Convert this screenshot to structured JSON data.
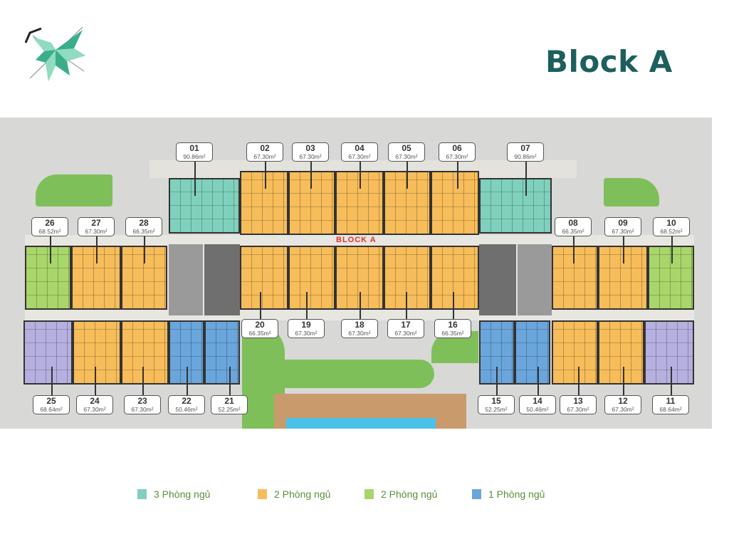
{
  "header": {
    "title": "Block A",
    "logo": "origami-star-logo"
  },
  "plan": {
    "block_label": "BLOCK A"
  },
  "colors": {
    "3br": "#7fd1bd",
    "2br_orange": "#f7bd5a",
    "2br_green": "#a9d66a",
    "1br": "#6aa6dc",
    "purple": "#b6b0e0"
  },
  "units": [
    {
      "no": "01",
      "area": "90.86m²",
      "type": "3br"
    },
    {
      "no": "02",
      "area": "67.30m²",
      "type": "2br_orange"
    },
    {
      "no": "03",
      "area": "67.30m²",
      "type": "2br_orange"
    },
    {
      "no": "04",
      "area": "67.30m²",
      "type": "2br_orange"
    },
    {
      "no": "05",
      "area": "67.30m²",
      "type": "2br_orange"
    },
    {
      "no": "06",
      "area": "67.30m²",
      "type": "2br_orange"
    },
    {
      "no": "07",
      "area": "90.86m²",
      "type": "3br"
    },
    {
      "no": "08",
      "area": "66.35m²",
      "type": "2br_orange"
    },
    {
      "no": "09",
      "area": "67.30m²",
      "type": "2br_orange"
    },
    {
      "no": "10",
      "area": "68.52m²",
      "type": "2br_green"
    },
    {
      "no": "11",
      "area": "68.64m²",
      "type": "purple"
    },
    {
      "no": "12",
      "area": "67.30m²",
      "type": "2br_orange"
    },
    {
      "no": "13",
      "area": "67.30m²",
      "type": "2br_orange"
    },
    {
      "no": "14",
      "area": "50.46m²",
      "type": "1br"
    },
    {
      "no": "15",
      "area": "52.25m²",
      "type": "1br"
    },
    {
      "no": "16",
      "area": "66.35m²",
      "type": "2br_orange"
    },
    {
      "no": "17",
      "area": "67.30m²",
      "type": "2br_orange"
    },
    {
      "no": "18",
      "area": "67.30m²",
      "type": "2br_orange"
    },
    {
      "no": "19",
      "area": "67.30m²",
      "type": "2br_orange"
    },
    {
      "no": "20",
      "area": "66.35m²",
      "type": "2br_orange"
    },
    {
      "no": "21",
      "area": "52.25m²",
      "type": "1br"
    },
    {
      "no": "22",
      "area": "50.46m²",
      "type": "1br"
    },
    {
      "no": "23",
      "area": "67.30m²",
      "type": "2br_orange"
    },
    {
      "no": "24",
      "area": "67.30m²",
      "type": "2br_orange"
    },
    {
      "no": "25",
      "area": "68.64m²",
      "type": "purple"
    },
    {
      "no": "26",
      "area": "68.52m²",
      "type": "2br_green"
    },
    {
      "no": "27",
      "area": "67.30m²",
      "type": "2br_orange"
    },
    {
      "no": "28",
      "area": "66.35m²",
      "type": "2br_orange"
    }
  ],
  "legend": [
    {
      "label": "3 Phòng ngủ",
      "color": "#7fd1bd"
    },
    {
      "label": "2 Phòng ngủ",
      "color": "#f7bd5a"
    },
    {
      "label": "2 Phòng ngủ",
      "color": "#a9d66a"
    },
    {
      "label": "1 Phòng ngủ",
      "color": "#6aa6dc"
    }
  ]
}
